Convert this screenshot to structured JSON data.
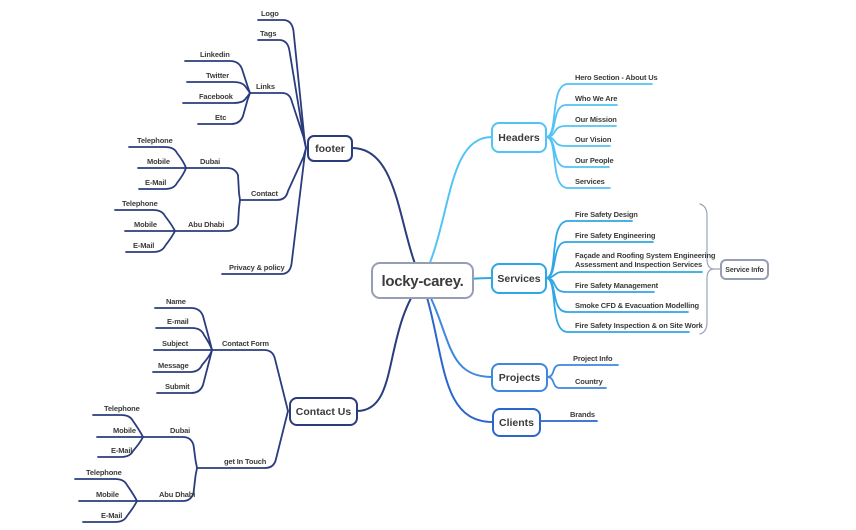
{
  "root": {
    "label": "locky-carey."
  },
  "colors": {
    "navy": "#2b3c7d",
    "headers": "#52c3f4",
    "services": "#2fa7e4",
    "projects": "#3e88dd",
    "clients": "#2b66c9",
    "neutral": "#959eb3",
    "brace": "#9aa4bd",
    "text": "#3b3b3b"
  },
  "headers": {
    "label": "Headers",
    "items": [
      "Hero Section - About Us",
      "Who We Are",
      "Our Mission",
      "Our Vision",
      "Our People",
      "Services"
    ]
  },
  "services": {
    "label": "Services",
    "items": [
      {
        "label": "Fire Safety Design"
      },
      {
        "label": "Fire Safety Engineering"
      },
      {
        "label": "Façade and Roofing System Engineering",
        "label2": "Assessment and Inspection Services"
      },
      {
        "label": "Fire Safety Management"
      },
      {
        "label": "Smoke CFD & Evacuation Modelling"
      },
      {
        "label": "Fire Safety Inspection & on Site Work"
      }
    ],
    "annotation": "Service Info"
  },
  "projects": {
    "label": "Projects",
    "items": [
      "Project Info",
      "Country"
    ]
  },
  "clients": {
    "label": "Clients",
    "items": [
      "Brands"
    ]
  },
  "footer": {
    "label": "footer",
    "logo": "Logo",
    "tags": "Tags",
    "links": {
      "label": "Links",
      "items": [
        "Linkedin",
        "Twitter",
        "Facebook",
        "Etc"
      ]
    },
    "contact": {
      "label": "Contact",
      "dubai": {
        "label": "Dubai",
        "items": [
          "Telephone",
          "Mobile",
          "E-Mail"
        ]
      },
      "abu_dhabi": {
        "label": "Abu Dhabi",
        "items": [
          "Telephone",
          "Mobile",
          "E-Mail"
        ]
      }
    },
    "privacy": "Privacy & policy"
  },
  "contact_us": {
    "label": "Contact Us",
    "contact_form": {
      "label": "Contact Form",
      "items": [
        "Name",
        "E-mail",
        "Subject",
        "Message",
        "Submit"
      ]
    },
    "get_in_touch": {
      "label": "get In Touch",
      "dubai": {
        "label": "Dubai",
        "items": [
          "Telephone",
          "Mobile",
          "E-Mail"
        ]
      },
      "abu_dhabi": {
        "label": "Abu Dhabi",
        "items": [
          "Telephone",
          "Mobile",
          "E-Mail"
        ]
      }
    }
  }
}
